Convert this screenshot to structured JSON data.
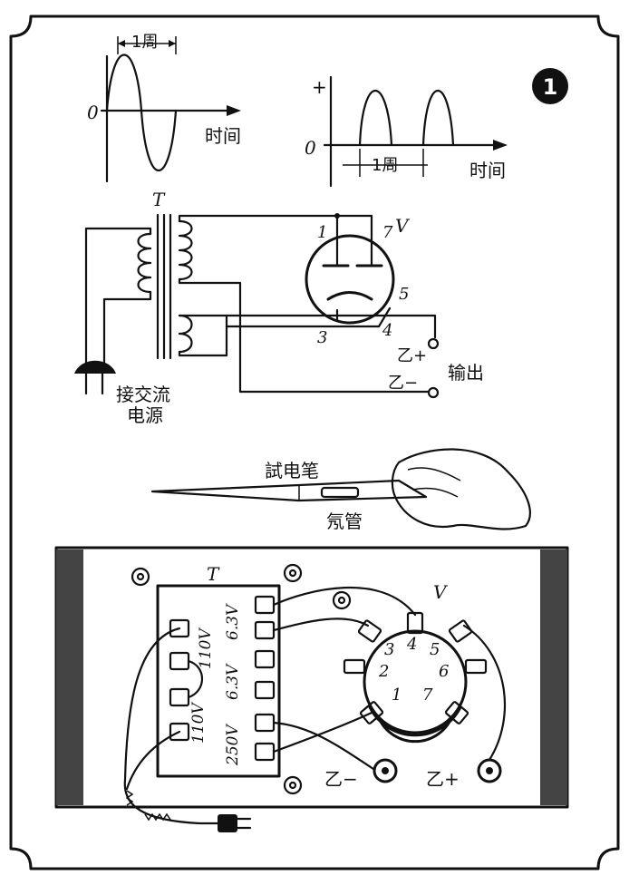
{
  "figure_number": "1",
  "wave_ac": {
    "zero_label": "0",
    "period_label": "1周",
    "time_label": "时间"
  },
  "wave_rect": {
    "zero_label": "0",
    "plus_label": "+",
    "period_label": "1周",
    "time_label": "时间"
  },
  "schematic": {
    "transformer_label": "T",
    "tube_label": "V",
    "pins": {
      "p1": "1",
      "p7": "7",
      "p5": "5",
      "p4": "4",
      "p3": "3"
    },
    "out_plus": "乙+",
    "out_minus": "乙−",
    "output_label": "输出",
    "ac_source_label_1": "接交流",
    "ac_source_label_2": "电源"
  },
  "tester": {
    "pen_label": "試电笔",
    "neon_label": "氖管"
  },
  "wiring": {
    "transformer_label": "T",
    "tube_label": "V",
    "voltages": {
      "v63_top": "6.3V",
      "v110_top": "110V",
      "v63_mid": "6.3V",
      "v110_bot": "110V",
      "v250": "250V"
    },
    "socket_pins": {
      "p3": "3",
      "p4": "4",
      "p5": "5",
      "p2": "2",
      "p6": "6",
      "p1": "1",
      "p7": "7"
    },
    "out_minus": "乙−",
    "out_plus": "乙+"
  }
}
